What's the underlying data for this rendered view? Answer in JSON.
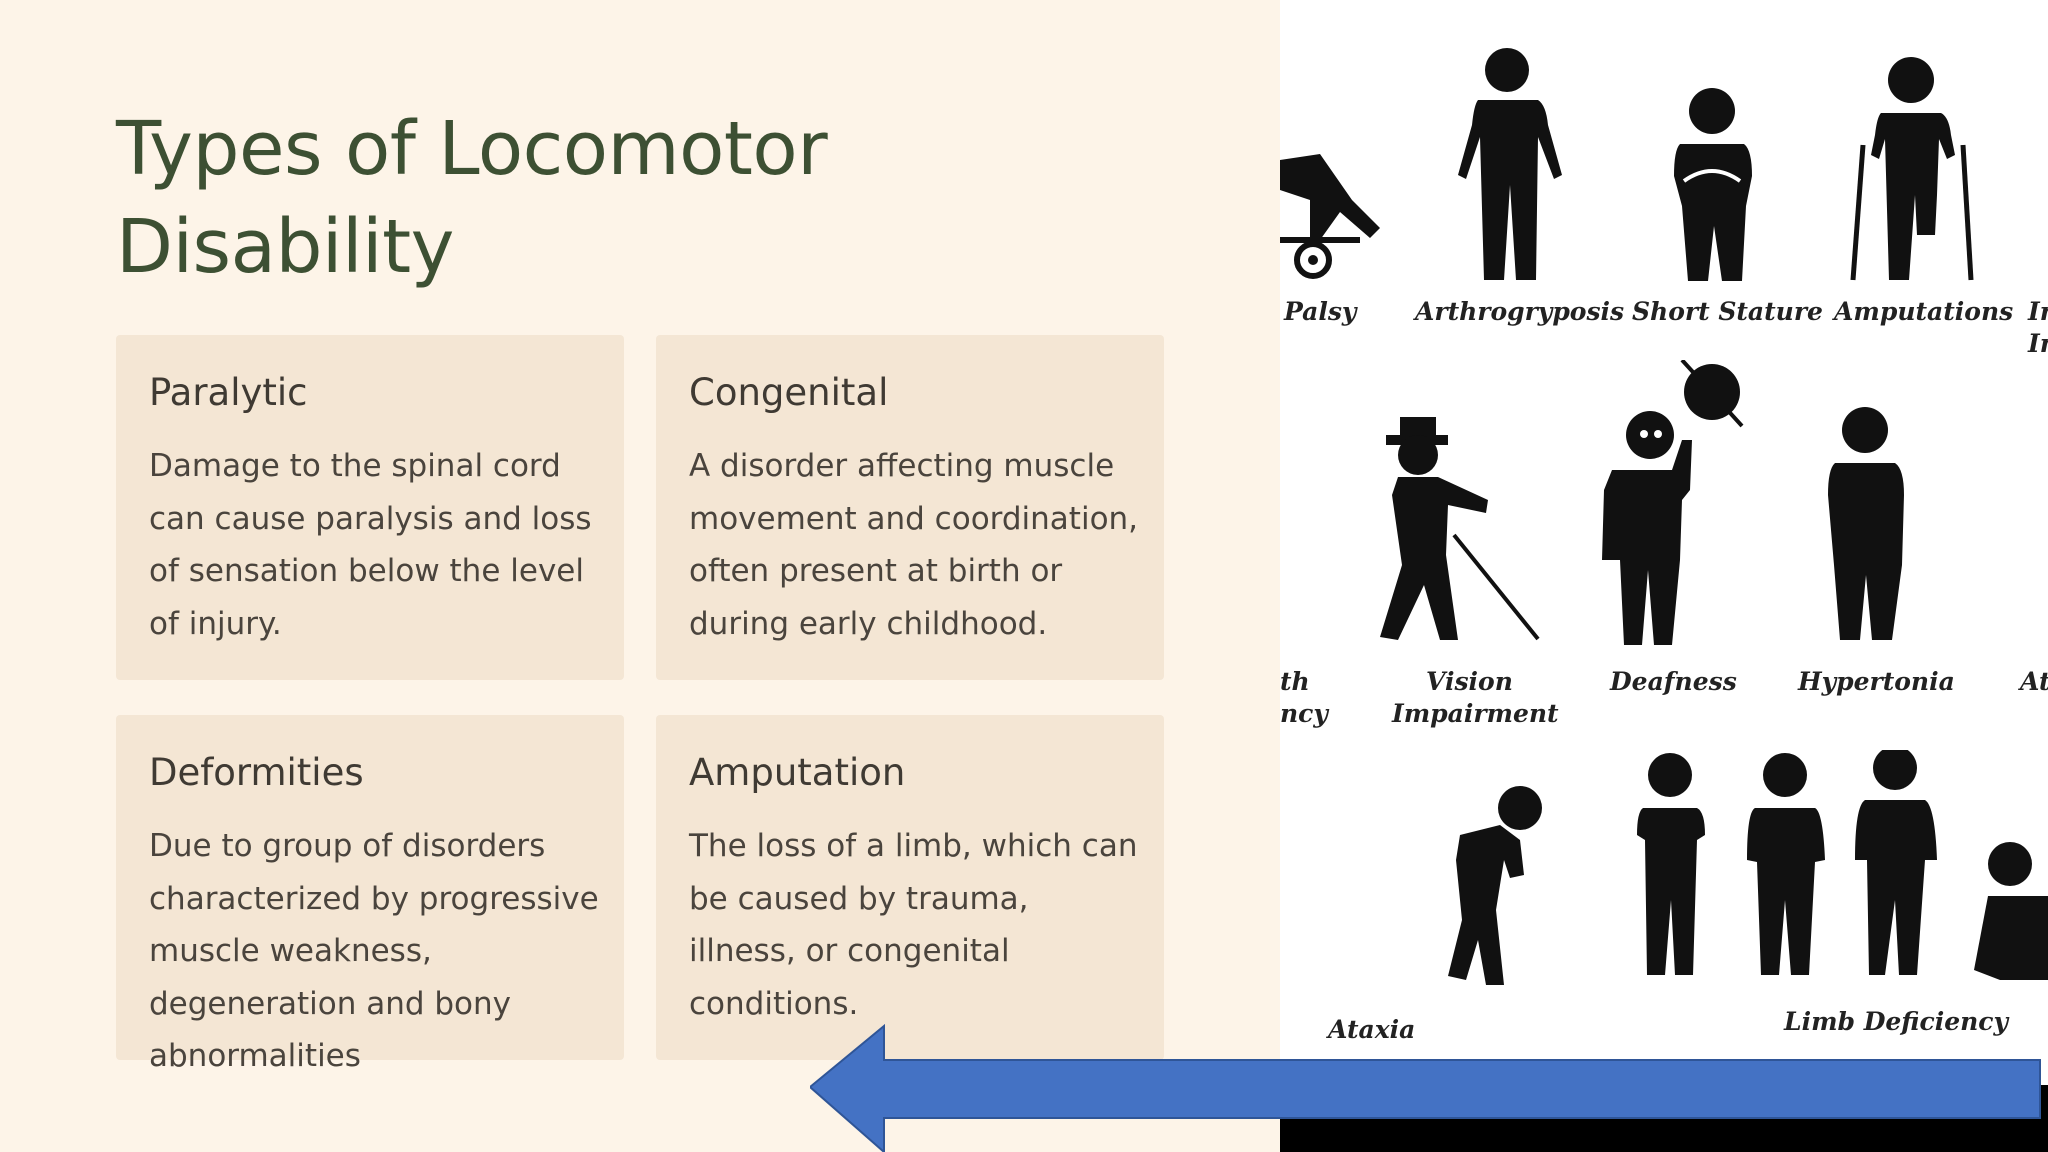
{
  "slide": {
    "title_line1": "Types of Locomotor",
    "title_line2": "Disability"
  },
  "cards": [
    {
      "heading": "Paralytic",
      "body": "Damage to the spinal cord can cause paralysis and loss of sensation below the level of injury."
    },
    {
      "heading": "Congenital",
      "body": "A disorder affecting muscle movement and coordination, often present at birth or during early childhood."
    },
    {
      "heading": "Deformities",
      "body": "Due to group of disorders characterized by progressive muscle weakness, degeneration and bony abnormalities"
    },
    {
      "heading": "Amputation",
      "body": "The loss of a limb, which can be caused by trauma, illness, or congenital conditions."
    }
  ],
  "illustration": {
    "labels": {
      "palsy": "Palsy",
      "arthrogryposis": "Arthrogryposis",
      "short_stature": "Short Stature",
      "amputations": "Amputations",
      "cut_top_right_1": "Ir",
      "cut_top_right_2": "In",
      "cut_mid_left_1": "th",
      "cut_mid_left_2": "ncy",
      "vision_1": "Vision",
      "vision_2": "Impairment",
      "deafness": "Deafness",
      "hypertonia": "Hypertonia",
      "cut_mid_right": "At",
      "ataxia": "Ataxia",
      "limb_deficiency": "Limb Deficiency"
    },
    "icon_names": [
      "wheelchair-icon",
      "standing-figure-icon",
      "short-figure-icon",
      "crutches-amputee-icon",
      "blind-cane-icon",
      "deaf-figure-icon",
      "hypertonia-figure-icon",
      "ataxia-figure-icon",
      "limb-deficiency-figures-icon"
    ]
  },
  "colors": {
    "background": "#fdf4e8",
    "card": "#f4e6d4",
    "title": "#3d5033",
    "arrow": "#4472c4"
  }
}
